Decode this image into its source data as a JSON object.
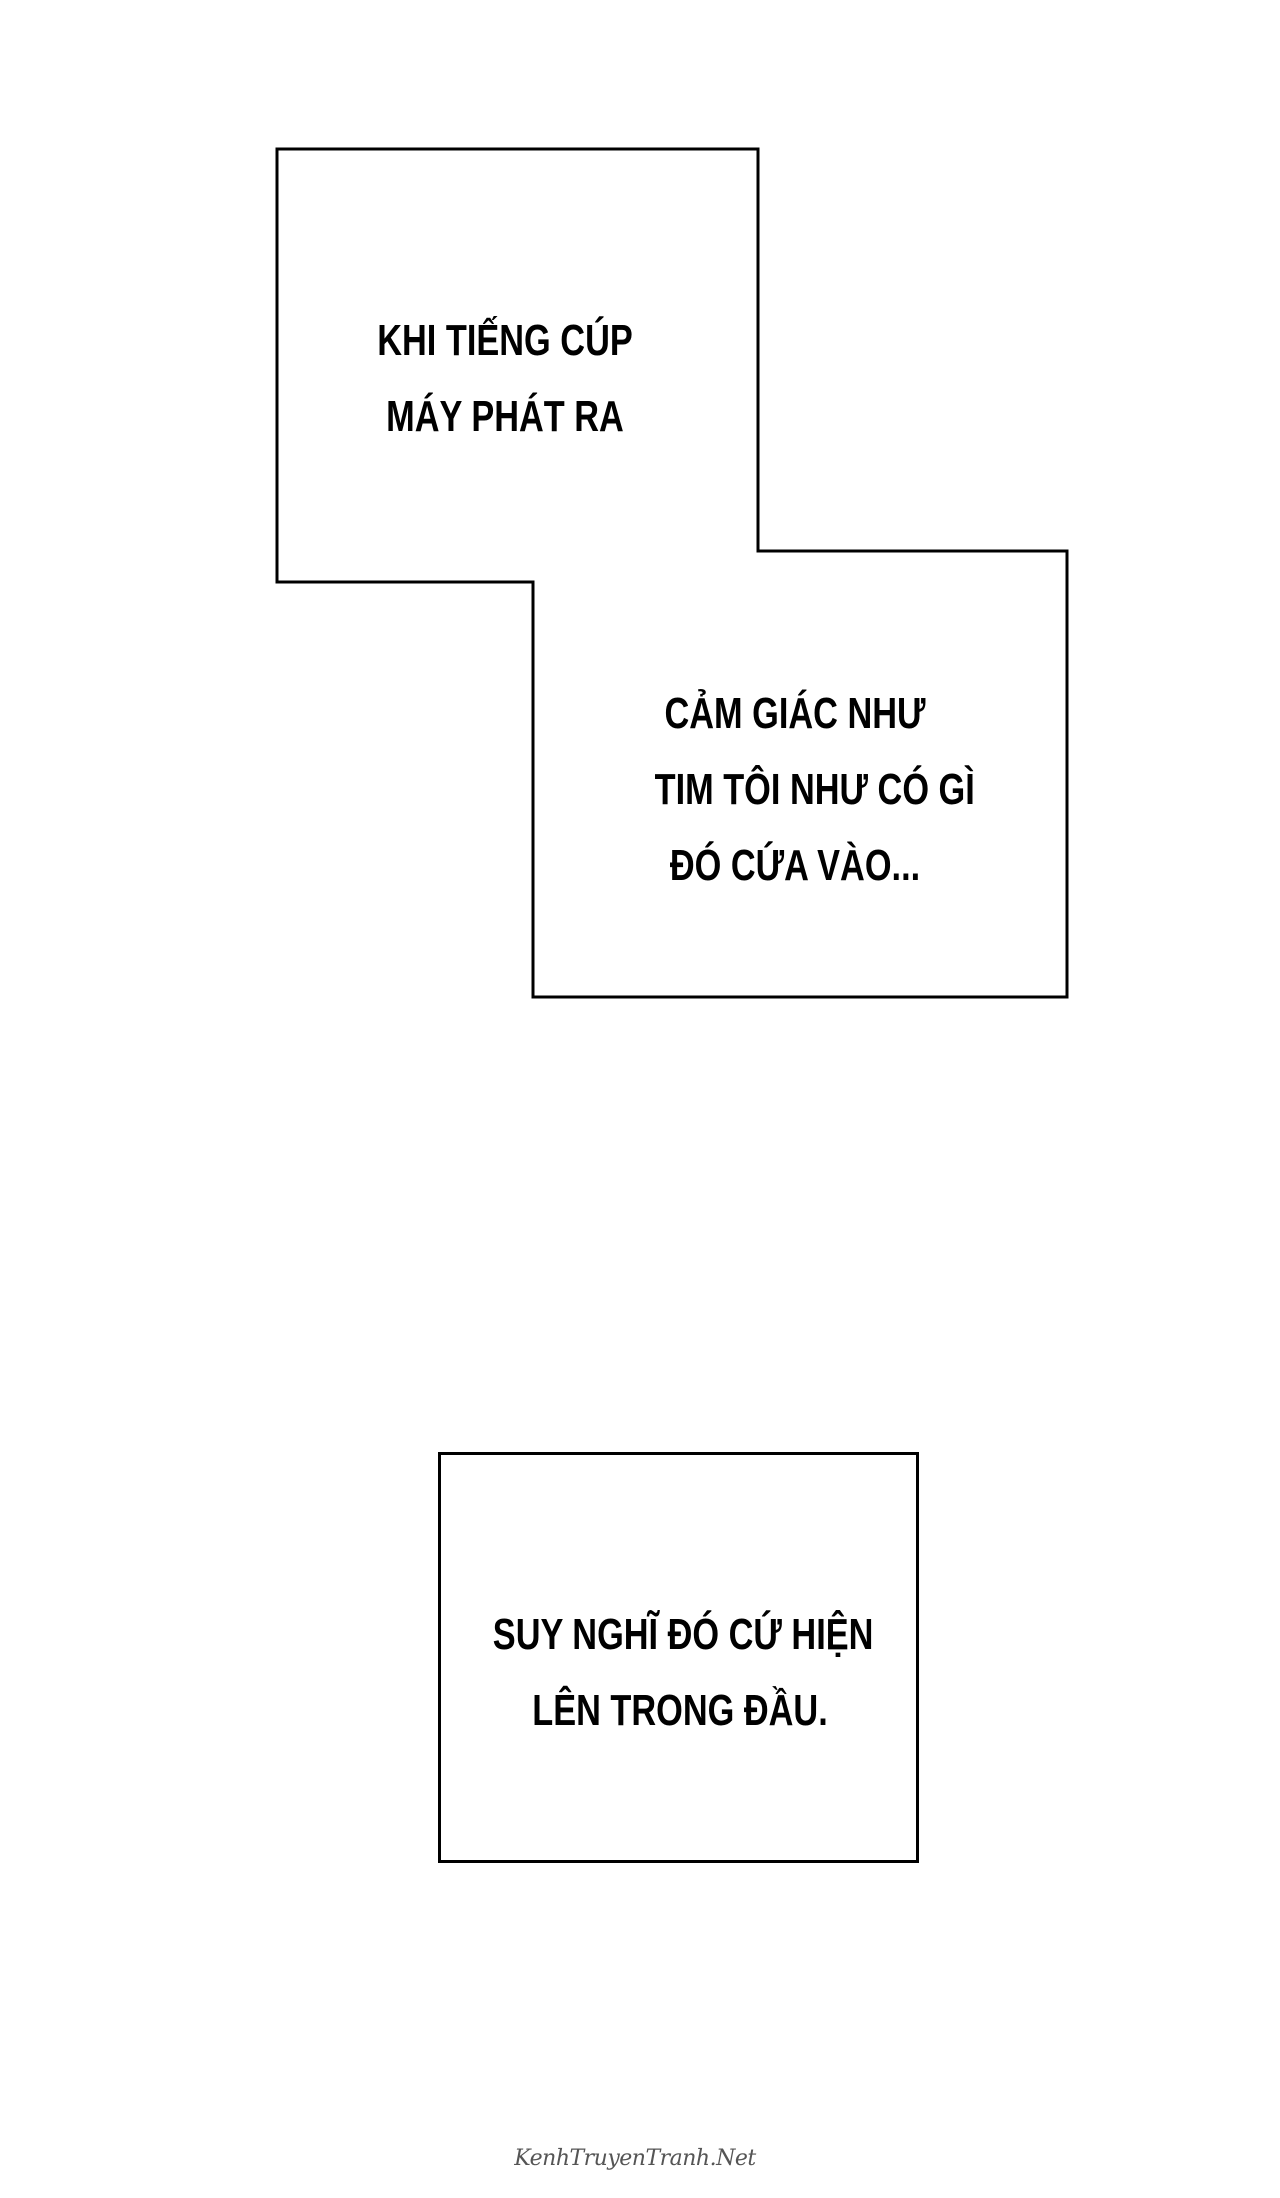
{
  "captions": {
    "first": {
      "line1": "KHI TIẾNG CÚP",
      "line2": "MÁY PHÁT RA"
    },
    "second": {
      "line1": "CẢM GIÁC NHƯ",
      "line2": "TIM TÔI NHƯ CÓ GÌ",
      "line3": "ĐÓ CỨA VÀO..."
    },
    "third": {
      "line1": "SUY NGHĨ ĐÓ CỨ HIỆN",
      "line2": "LÊN TRONG ĐẦU."
    }
  },
  "watermark": "KenhTruyenTranh.Net",
  "colors": {
    "background": "#ffffff",
    "border": "#000000",
    "text": "#000000"
  }
}
